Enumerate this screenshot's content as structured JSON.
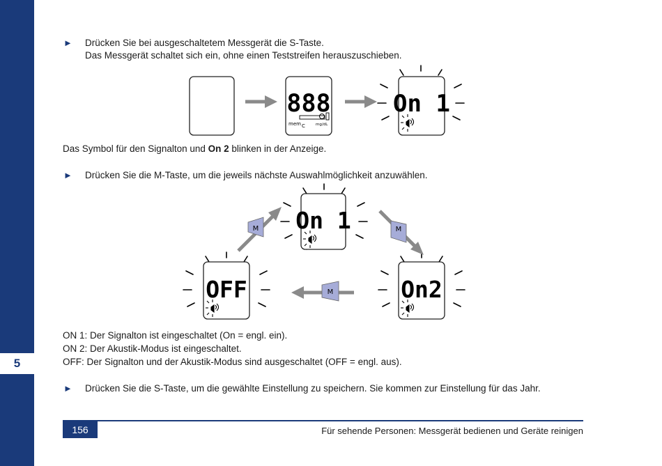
{
  "step1": {
    "bullet": "►",
    "line1": "Drücken Sie bei ausgeschaltetem Messgerät die S-Taste.",
    "line2": "Das Messgerät schaltet sich ein, ohne einen Teststreifen herauszuschieben."
  },
  "figure1": {
    "display_test": "888",
    "labels": {
      "mem": "mem",
      "c": "C",
      "unit": "mg/dL"
    },
    "blink_display": "On 1"
  },
  "symbol_note": {
    "before": "Das Symbol für den Signalton und ",
    "bold": "On 2",
    "after": " blinken in der Anzeige."
  },
  "step2": {
    "bullet": "►",
    "text": "Drücken Sie die M-Taste, um die jeweils nächste Auswahlmöglichkeit anzuwählen."
  },
  "figure2": {
    "states": [
      "On 1",
      "On2",
      "OFF"
    ],
    "button_label": "M"
  },
  "legend": [
    "ON 1: Der Signalton ist eingeschaltet (On = engl. ein).",
    "ON 2: Der Akustik-Modus ist eingeschaltet.",
    "OFF: Der Signalton und der Akustik-Modus sind ausgeschaltet (OFF = engl. aus)."
  ],
  "step3": {
    "bullet": "►",
    "text": "Drücken Sie die S-Taste, um die gewählte Einstellung zu speichern. Sie kommen zur Einstellung für das Jahr."
  },
  "chapter": "5",
  "footer": {
    "page_number": "156",
    "text": "Für sehende Personen: Messgerät bedienen und Geräte reinigen"
  },
  "colors": {
    "brand_blue": "#1a3a7a",
    "m_key": "#a6acd8",
    "arrow_gray": "#8a8a8a"
  }
}
